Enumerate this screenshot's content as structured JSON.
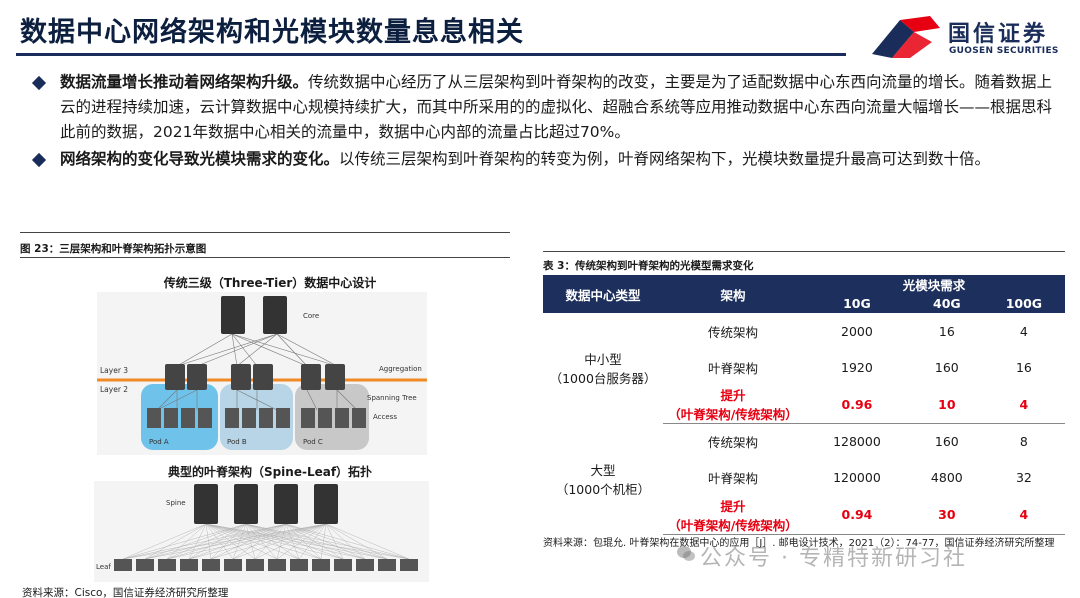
{
  "header": {
    "title": "数据中心网络架构和光模块数量息息相关",
    "logo_cn": "国信证券",
    "logo_en": "GUOSEN SECURITIES",
    "colors": {
      "navy": "#1a2d5a",
      "red": "#e60012"
    }
  },
  "bullets": [
    {
      "lead": "数据流量增长推动着网络架构升级。",
      "text": "传统数据中心经历了从三层架构到叶脊架构的改变，主要是为了适配数据中心东西向流量的增长。随着数据上云的进程持续加速，云计算数据中心规模持续扩大，而其中所采用的的虚拟化、超融合系统等应用推动数据中心东西向流量大幅增长——根据思科此前的数据，2021年数据中心相关的流量中，数据中心内部的流量占比超过70%。"
    },
    {
      "lead": "网络架构的变化导致光模块需求的变化。",
      "text": "以传统三层架构到叶脊架构的转变为例，叶脊网络架构下，光模块数量提升最高可达到数十倍。"
    }
  ],
  "figure": {
    "caption": "图 23：三层架构和叶脊架构拓扑示意图",
    "diagram1_title": "传统三级（Three-Tier）数据中心设计",
    "diagram2_title": "典型的叶脊架构（Spine-Leaf）拓扑",
    "labels": {
      "core": "Core",
      "aggregation": "Aggregation",
      "layer3": "Layer 3",
      "layer2": "Layer 2",
      "spanning_tree": "Spanning Tree",
      "access": "Access",
      "pod_a": "Pod A",
      "pod_b": "Pod B",
      "pod_c": "Pod C",
      "spine": "Spine",
      "leaf": "Leaf"
    },
    "source": "资料来源：Cisco，国信证券经济研究所整理"
  },
  "table": {
    "caption": "表 3：传统架构到叶脊架构的光模型需求变化",
    "headers": {
      "type": "数据中心类型",
      "arch": "架构",
      "demand": "光模块需求",
      "g10": "10G",
      "g40": "40G",
      "g100": "100G"
    },
    "groups": [
      {
        "type_line1": "中小型",
        "type_line2": "（1000台服务器）",
        "rows": [
          {
            "arch": "传统架构",
            "v10": "2000",
            "v40": "16",
            "v100": "4"
          },
          {
            "arch": "叶脊架构",
            "v10": "1920",
            "v40": "160",
            "v100": "16"
          }
        ],
        "lift": {
          "line1": "提升",
          "line2": "（叶脊架构/传统架构）",
          "v10": "0.96",
          "v40": "10",
          "v100": "4"
        }
      },
      {
        "type_line1": "大型",
        "type_line2": "（1000个机柜）",
        "rows": [
          {
            "arch": "传统架构",
            "v10": "128000",
            "v40": "160",
            "v100": "8"
          },
          {
            "arch": "叶脊架构",
            "v10": "120000",
            "v40": "4800",
            "v100": "32"
          }
        ],
        "lift": {
          "line1": "提升",
          "line2": "（叶脊架构/传统架构）",
          "v10": "0.94",
          "v40": "30",
          "v100": "4"
        }
      }
    ],
    "source": "资料来源：包琨允. 叶脊架构在数据中心的应用［J］. 邮电设计技术，2021（2）：74-77，国信证券经济研究所整理"
  },
  "watermark": "公众号 · 专精特新研习社"
}
